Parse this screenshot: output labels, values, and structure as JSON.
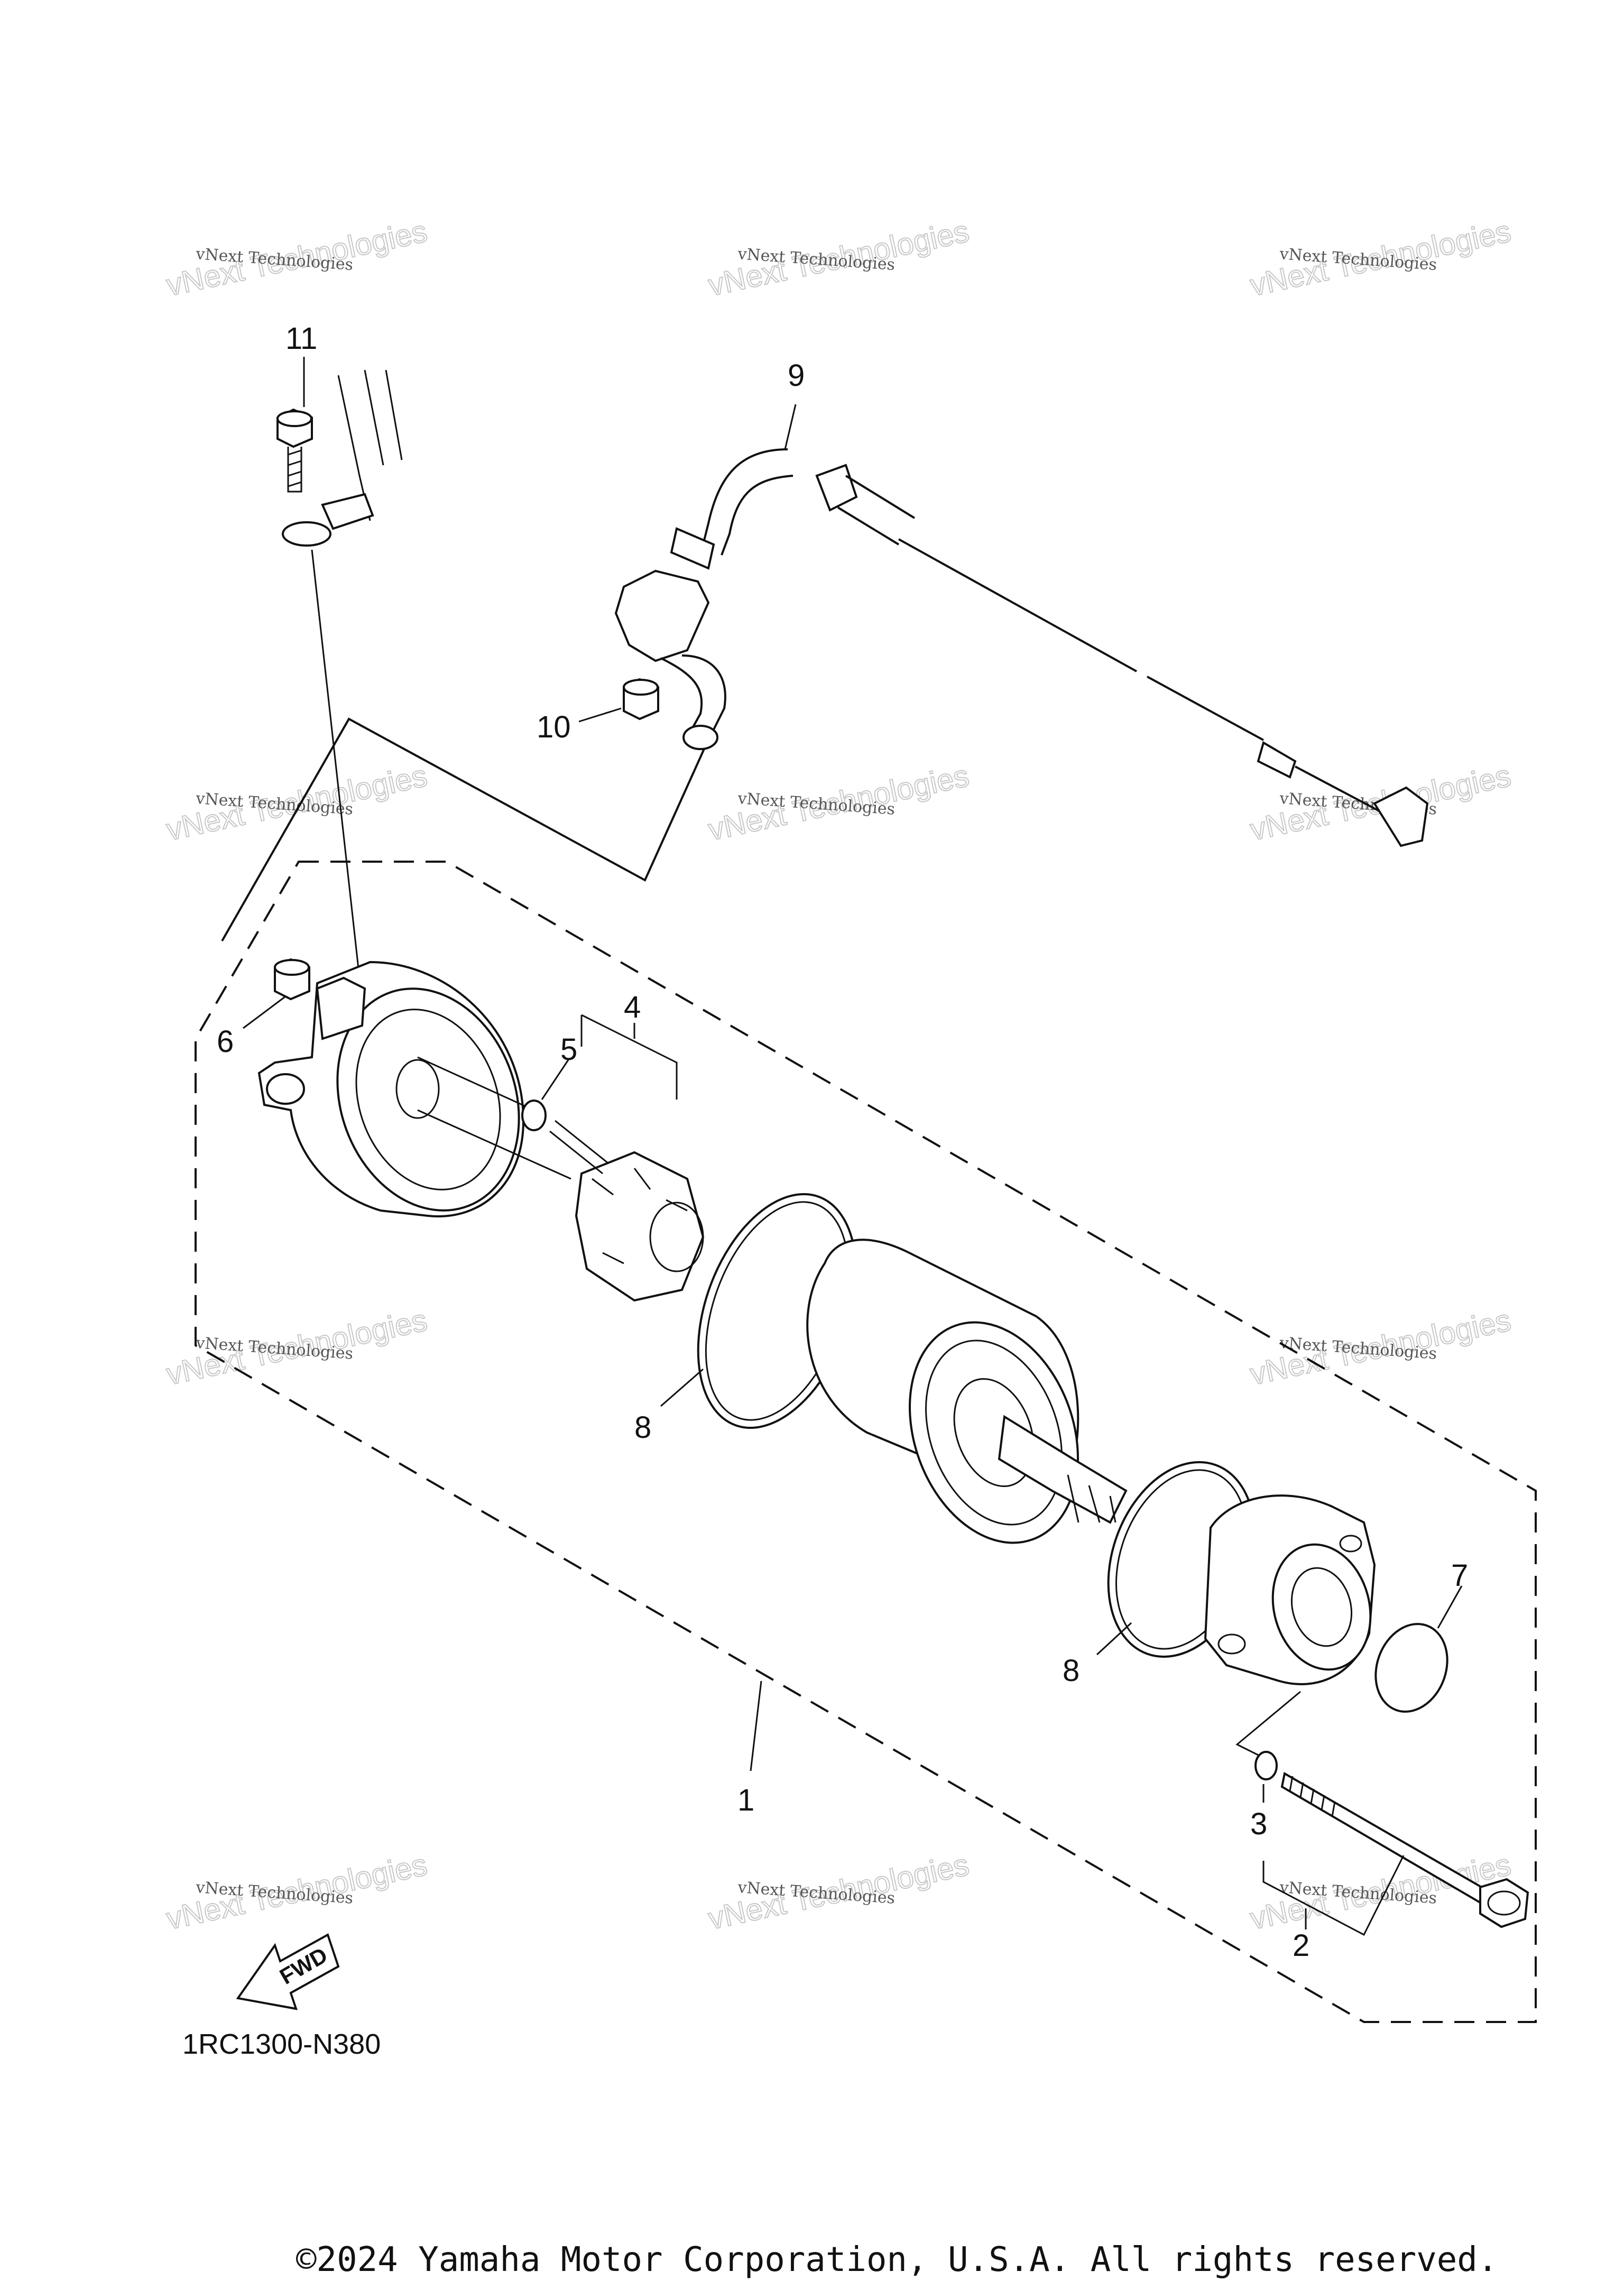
{
  "diagram_code": "1RC1300-N380",
  "fwd_label": "FWD",
  "copyright": "©2024 Yamaha Motor Corporation, U.S.A. All rights reserved.",
  "watermark": {
    "line1": "vNext Technologies",
    "line2": "vNext Technologies"
  },
  "callouts": {
    "c1": "1",
    "c2": "2",
    "c3": "3",
    "c4": "4",
    "c5": "5",
    "c6": "6",
    "c7": "7",
    "c8a": "8",
    "c8b": "8",
    "c9": "9",
    "c10": "10",
    "c11": "11"
  }
}
